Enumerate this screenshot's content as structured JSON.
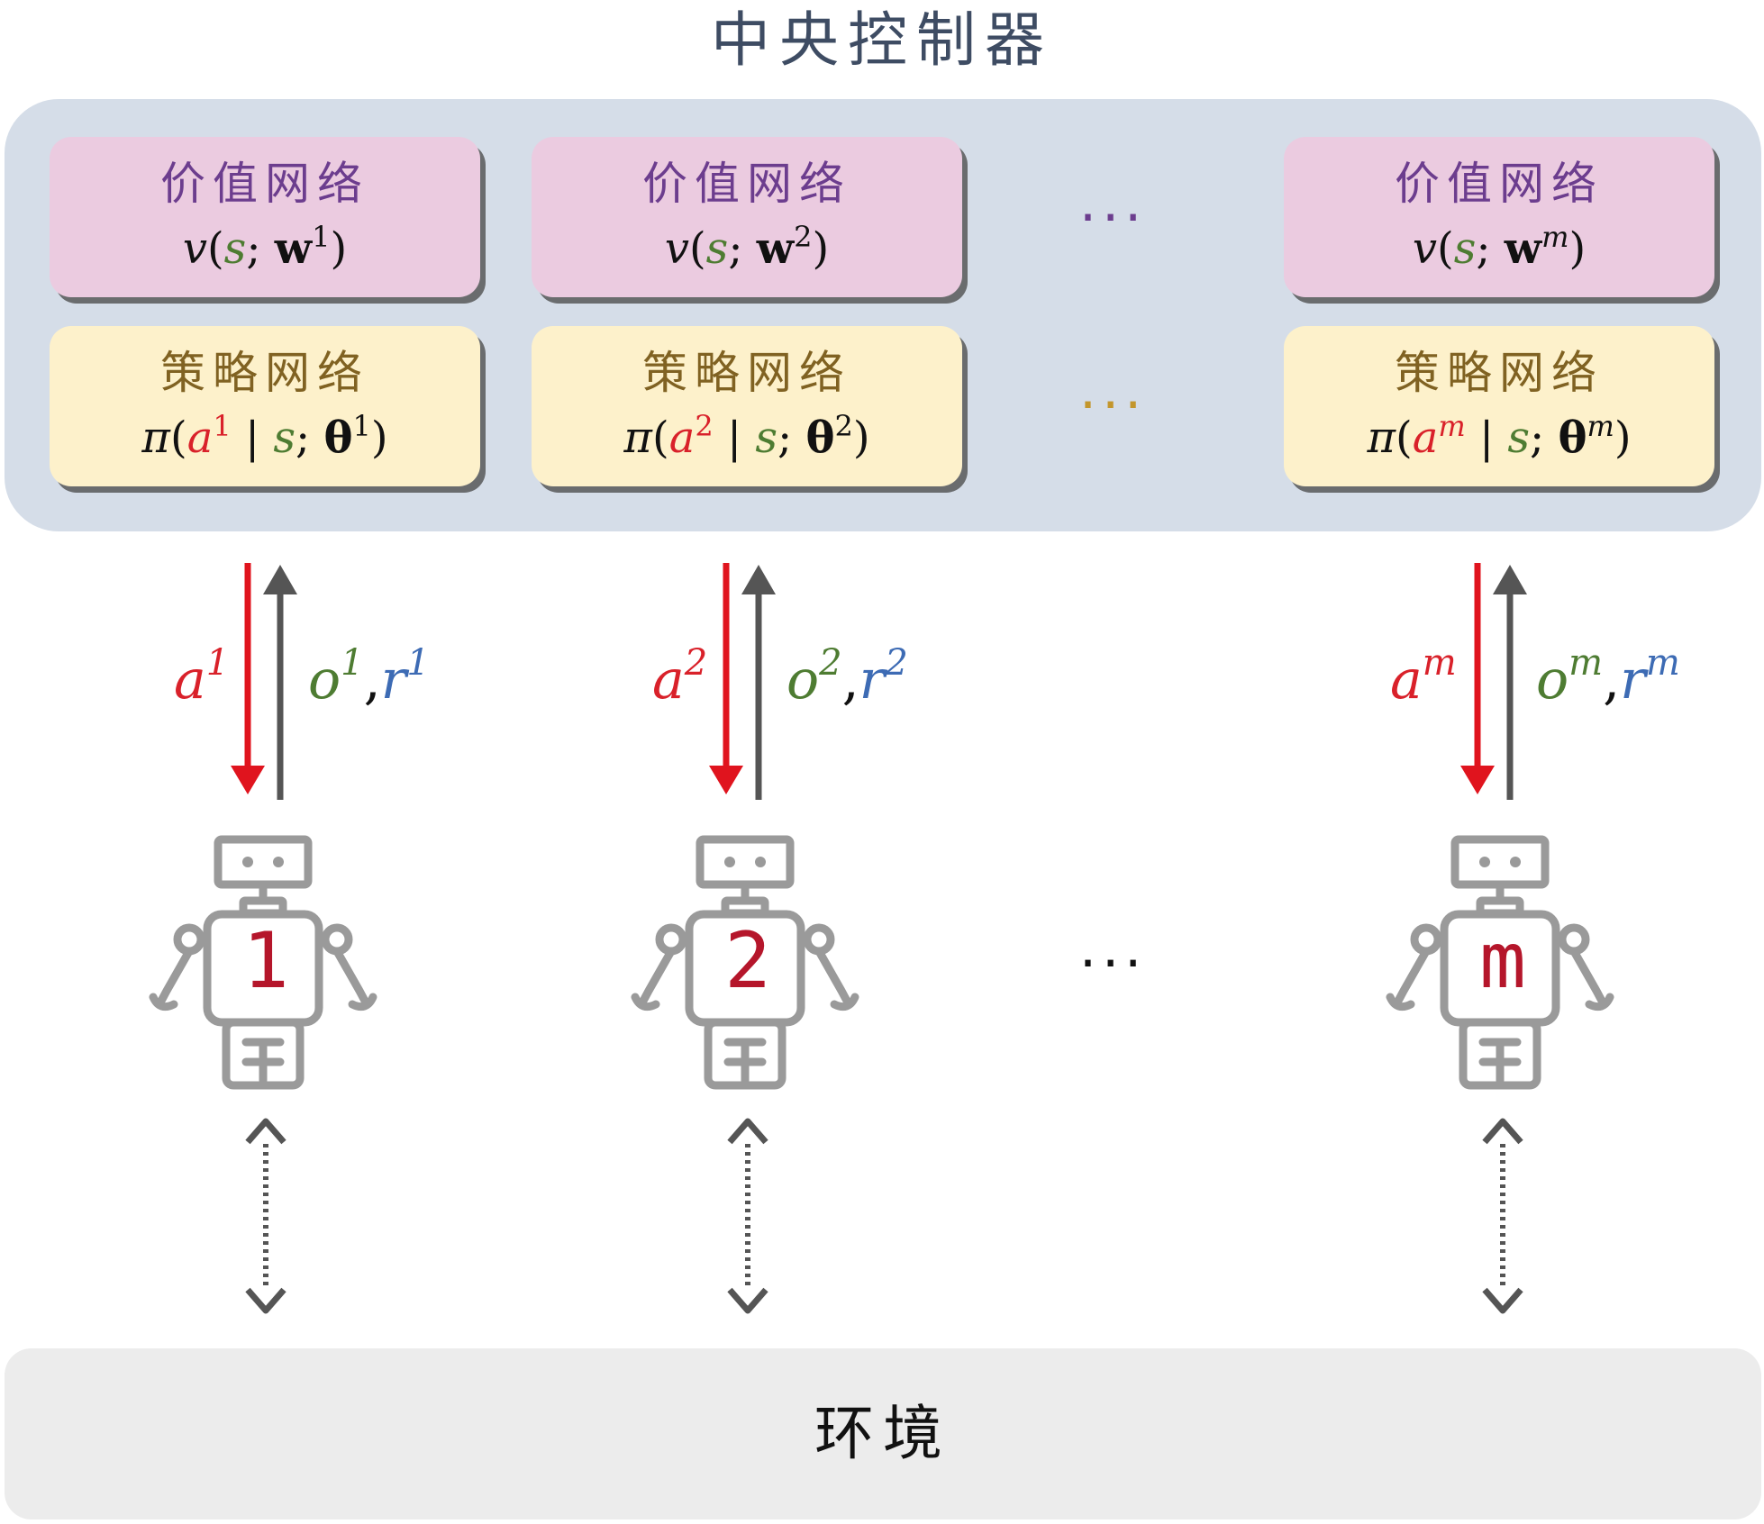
{
  "controller": {
    "title": "中央控制器",
    "value_network_label": "价值网络",
    "policy_network_label": "策略网络"
  },
  "agents": [
    {
      "robot_label": "1",
      "index": "1"
    },
    {
      "robot_label": "2",
      "index": "2"
    },
    {
      "robot_label": "m",
      "index": "m"
    }
  ],
  "symbols": {
    "value_fn": "v",
    "state": "s",
    "weights": "w",
    "policy_fn": "π",
    "action": "a",
    "params": "θ",
    "observation": "o",
    "reward": "r",
    "ellipsis": "···"
  },
  "environment": {
    "label": "环境"
  },
  "colors": {
    "action": "#d9212a",
    "observation": "#4e7c32",
    "reward": "#3d6bb4",
    "value_box": "#ebcbe0",
    "policy_box": "#fdf1cb",
    "panel": "#d5dde8",
    "robot": "#9a9a9a",
    "robot_label": "#b5162b",
    "value_dots": "#6c3d8e",
    "policy_dots": "#c3962c"
  },
  "icons": [
    "robot-icon",
    "arrow-down-icon",
    "arrow-up-icon",
    "bidirectional-dotted-arrow-icon"
  ]
}
